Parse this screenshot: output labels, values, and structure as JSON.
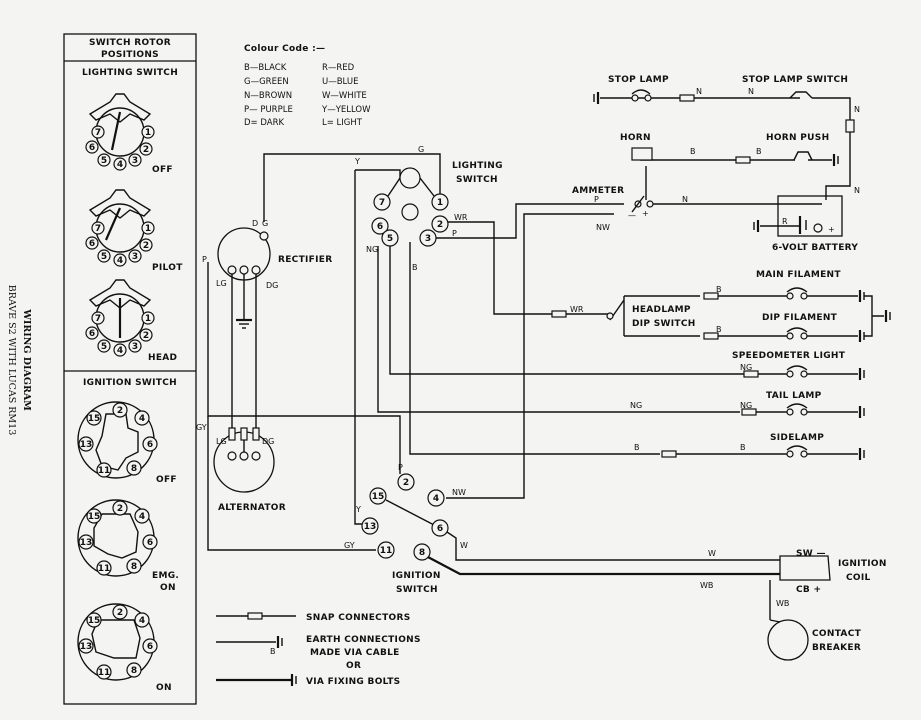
{
  "side_title": {
    "line1": "WIRING DIAGRAM",
    "line2": "BRAVE S2 WITH LUCAS RM13"
  },
  "panel": {
    "header": [
      "SWITCH ROTOR",
      "POSITIONS"
    ],
    "lighting_title": "LIGHTING SWITCH",
    "lighting_positions": [
      "OFF",
      "PILOT",
      "HEAD"
    ],
    "ignition_title": "IGNITION SWITCH",
    "ignition_positions": [
      "OFF",
      "EMG.",
      "ON",
      "ON"
    ],
    "lighting_pins": [
      "1",
      "2",
      "3",
      "4",
      "5",
      "6",
      "7"
    ],
    "ignition_pins": [
      "2",
      "4",
      "6",
      "8",
      "11",
      "13",
      "15"
    ]
  },
  "colour_code": {
    "title": "Colour Code :—",
    "col1": [
      "B—BLACK",
      "G—GREEN",
      "N—BROWN",
      "P— PURPLE",
      "D= DARK"
    ],
    "col2": [
      "R—RED",
      "U—BLUE",
      "W—WHITE",
      "Y—YELLOW",
      "L= LIGHT"
    ]
  },
  "components": {
    "stop_lamp": "STOP LAMP",
    "stop_lamp_switch": "STOP LAMP SWITCH",
    "horn": "HORN",
    "horn_push": "HORN PUSH",
    "ammeter": "AMMETER",
    "battery": "6-VOLT BATTERY",
    "lighting_switch": [
      "LIGHTING",
      "SWITCH"
    ],
    "rectifier": "RECTIFIER",
    "main_filament": "MAIN FILAMENT",
    "dip_filament": "DIP FILAMENT",
    "headlamp_dip": [
      "HEADLAMP",
      "DIP SWITCH"
    ],
    "speedometer_light": "SPEEDOMETER LIGHT",
    "tail_lamp": "TAIL LAMP",
    "sidelamp": "SIDELAMP",
    "alternator": "ALTERNATOR",
    "ignition_switch": [
      "IGNITION",
      "SWITCH"
    ],
    "ignition_coil": [
      "IGNITION",
      "COIL"
    ],
    "contact_breaker": [
      "CONTACT",
      "BREAKER"
    ],
    "coil_sw": "SW —",
    "coil_cb": "CB +"
  },
  "wire_labels": {
    "N": "N",
    "B": "B",
    "P": "P",
    "NW": "NW",
    "WR": "WR",
    "NG": "NG",
    "W": "W",
    "WB": "WB",
    "GY": "GY",
    "G": "G",
    "Y": "Y",
    "R": "R",
    "D": "D",
    "LG": "LG",
    "DG": "DG",
    "plus": "+",
    "minus": "—"
  },
  "lighting_switch_pins": [
    "1",
    "2",
    "3",
    "5",
    "6",
    "7"
  ],
  "ignition_switch_pins": [
    "2",
    "4",
    "6",
    "8",
    "11",
    "13",
    "15"
  ],
  "legend": {
    "snap": "SNAP CONNECTORS",
    "earth1": "EARTH CONNECTIONS",
    "earth2": "MADE VIA CABLE",
    "earth3": "OR",
    "earth4": "VIA FIXING BOLTS"
  }
}
